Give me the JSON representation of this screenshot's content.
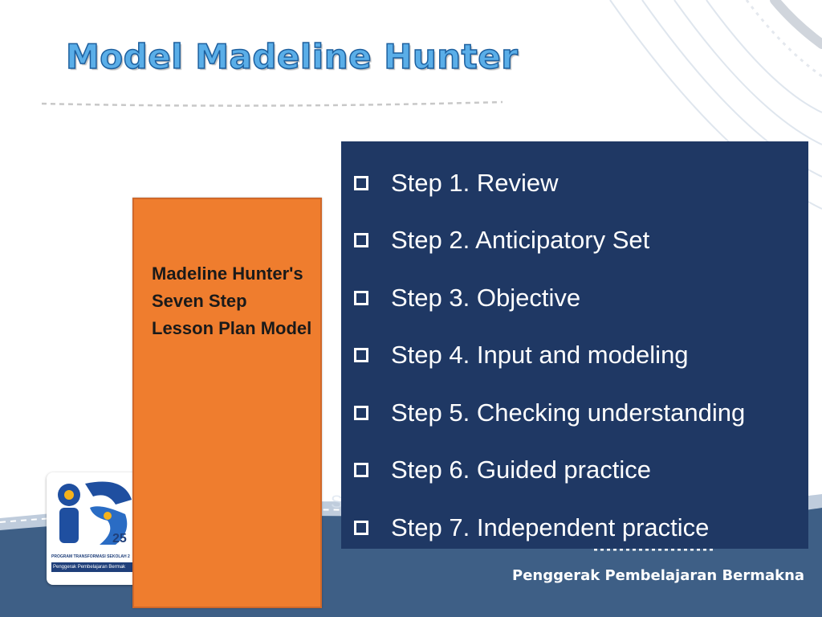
{
  "slide": {
    "title": "Model Madeline Hunter",
    "footer_tagline": "Penggerak Pembelajaran Bermakna"
  },
  "logo": {
    "number": "25",
    "caption": "PROGRAM TRANSFORMASI SEKOLAH 2",
    "strip_text": "Penggerak Pembelajaran Bermak"
  },
  "left_box": {
    "label": "Madeline Hunter's Seven Step Lesson Plan Model"
  },
  "steps": [
    {
      "label": "Step 1. Review"
    },
    {
      "label": "Step 2. Anticipatory Set"
    },
    {
      "label": "Step 3. Objective"
    },
    {
      "label": "Step 4. Input and modeling"
    },
    {
      "label": "Step 5. Checking understanding"
    },
    {
      "label": "Step 6. Guided practice"
    },
    {
      "label": "Step 7. Independent practice"
    }
  ],
  "colors": {
    "title": "#5aaee8",
    "panel": "#1f3864",
    "orange": "#ef7d2e",
    "footer_band": "#3e5f86"
  }
}
